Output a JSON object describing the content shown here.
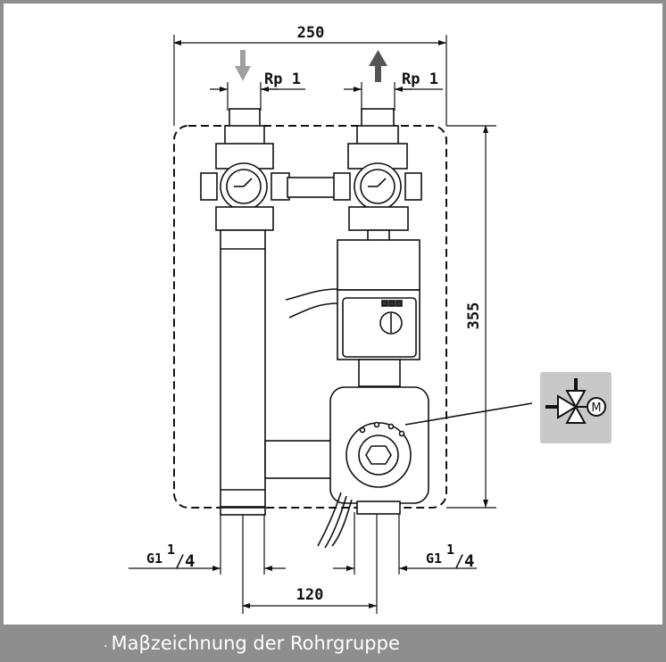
{
  "dimensions": {
    "width_total": "250",
    "height_total": "355",
    "pipe_spacing": "120",
    "connection_top_left": "Rp 1",
    "connection_top_right": "Rp 1",
    "connection_bottom_left": {
      "main": "G1",
      "num": "1",
      "den": "4"
    },
    "connection_bottom_right": {
      "main": "G1",
      "num": "1",
      "den": "4"
    }
  },
  "valve_symbol_letter": "M",
  "caption": {
    "number": ".",
    "text": "Maβzeichnung der Rohrgruppe"
  },
  "colors": {
    "frame": "#8e8e8e",
    "symbol_box": "#c8c8c8",
    "flow_in_arrow": "#a0a0a0",
    "flow_out_arrow": "#555555",
    "line": "#111111"
  },
  "icons": [
    "flow-in-arrow-icon",
    "flow-out-arrow-icon",
    "mixing-valve-motor-icon"
  ]
}
